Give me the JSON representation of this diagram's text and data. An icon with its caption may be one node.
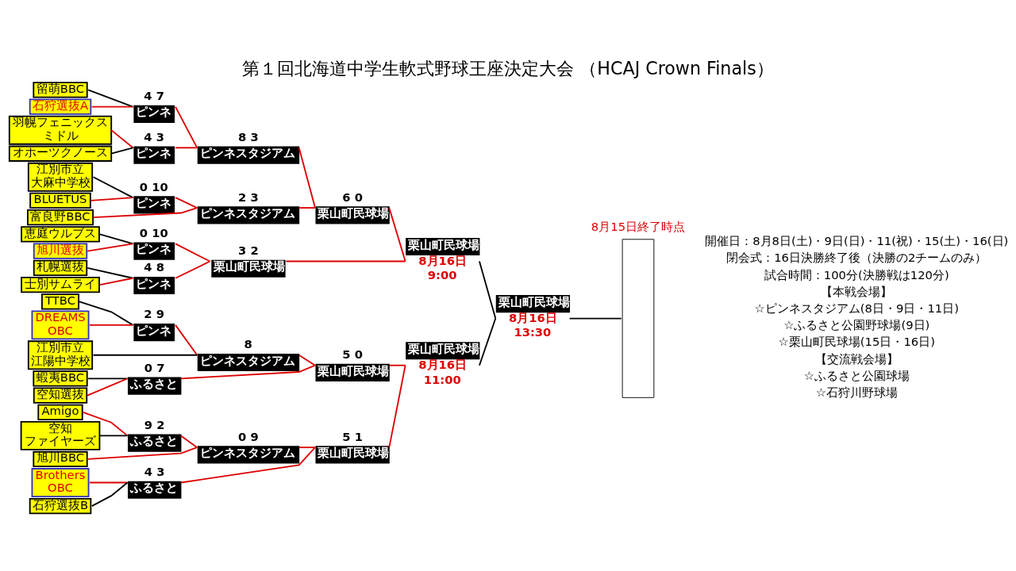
{
  "diagram": {
    "title": "第１回北海道中学生軟式野球王座決定大会 （HCAJ Crown Finals）",
    "nodes": [
      {
        "text": [],
        "shape": "box"
      },
      {
        "text": [
          "栗山町民球場"
        ],
        "beside": [
          "8月16日",
          "13:30"
        ]
      },
      {
        "text": [
          "栗山町民球場"
        ],
        "beside": [
          "8月16日",
          "9:00"
        ]
      },
      {
        "text": [
          "栗山町民球場"
        ],
        "beside": [
          "8月16日",
          "11:00"
        ]
      },
      {
        "text": [
          "栗山町民球場"
        ],
        "beside": [
          "6 0"
        ]
      },
      {
        "text": [
          "栗山町民球場"
        ],
        "beside": [
          "3 2"
        ]
      },
      {
        "text": [
          "栗山町民球場"
        ],
        "beside": [
          "5 0"
        ]
      },
      {
        "text": [
          "栗山町民球場"
        ],
        "beside": [
          "5 1"
        ]
      },
      {
        "text": [
          "ピンネスタジアム"
        ],
        "beside": [
          "8 3"
        ]
      },
      {
        "text": [
          "ピンネスタジアム"
        ],
        "beside": [
          "2 3"
        ]
      },
      {
        "text": [
          "ピンネスタジアム"
        ],
        "beside": [
          "8"
        ]
      },
      {
        "text": [
          "ピンネスタジアム"
        ],
        "beside": [
          "0 9"
        ]
      },
      {
        "text": [
          "ピンネ"
        ],
        "beside": [
          "4 7"
        ]
      },
      {
        "text": [
          "ピンネ"
        ],
        "beside": [
          "4 3"
        ]
      },
      {
        "text": [
          "ピンネ"
        ],
        "beside": [
          "0 10"
        ]
      },
      {
        "text": [
          "ピンネ"
        ],
        "beside": [
          "0 10"
        ]
      },
      {
        "text": [
          "ピンネ"
        ],
        "beside": [
          "4 8"
        ]
      },
      {
        "text": [
          "ピンネ"
        ],
        "beside": [
          "2 9"
        ]
      },
      {
        "text": [
          "ふるさと"
        ],
        "beside": [
          "0 7"
        ]
      },
      {
        "text": [
          "ふるさと"
        ],
        "beside": [
          "4 3"
        ]
      },
      {
        "text": [
          "ふるさと"
        ],
        "beside": [
          "9 2"
        ]
      },
      {
        "text": [
          "留萌BBC"
        ]
      },
      {
        "text": [
          "石狩選抜A"
        ]
      },
      {
        "text": [
          "羽幌フェニックス",
          "ミドル"
        ]
      },
      {
        "text": [
          "オホーツクノース"
        ]
      },
      {
        "text": [
          "江別市立",
          "大麻中学校"
        ]
      },
      {
        "text": [
          "BLUETUS"
        ]
      },
      {
        "text": [
          "富良野BBC"
        ]
      },
      {
        "text": [
          "恵庭ウルブス"
        ]
      },
      {
        "text": [
          "旭川選抜"
        ]
      },
      {
        "text": [
          "札幌選抜"
        ]
      },
      {
        "text": [
          "士別サムライ"
        ]
      },
      {
        "text": [
          "TTBC"
        ]
      },
      {
        "text": [
          "DREAMS",
          "OBC"
        ]
      },
      {
        "text": [
          "江別市立",
          "江陽中学校"
        ]
      },
      {
        "text": [
          "蝦夷BBC"
        ]
      },
      {
        "text": [
          "空知選抜"
        ]
      },
      {
        "text": [
          "Brothers",
          "OBC"
        ]
      },
      {
        "text": [
          "石狩選抜B"
        ]
      },
      {
        "text": [
          "Amigo"
        ]
      },
      {
        "text": [
          "空知",
          "ファイヤーズ"
        ]
      },
      {
        "text": [
          "旭川BBC"
        ]
      }
    ],
    "edges": [
      {
        "from": 0,
        "to": 1,
        "arrow": "none",
        "color": "#000000"
      },
      {
        "from": 1,
        "to": 2,
        "arrow": "none",
        "color": "#000000"
      },
      {
        "from": 1,
        "to": 3,
        "arrow": "none",
        "color": "#000000"
      },
      {
        "from": 2,
        "to": 4,
        "arrow": "none"
      },
      {
        "from": 2,
        "to": 5,
        "arrow": "none"
      },
      {
        "from": 3,
        "to": 6,
        "arrow": "none"
      },
      {
        "from": 3,
        "to": 7,
        "arrow": "none"
      },
      {
        "from": 4,
        "to": 8,
        "arrow": "none"
      },
      {
        "from": 4,
        "to": 9,
        "arrow": "none"
      },
      {
        "from": 5,
        "to": 15,
        "arrow": "none"
      },
      {
        "from": 5,
        "to": 16,
        "arrow": "none"
      },
      {
        "from": 6,
        "to": 10,
        "arrow": "none"
      },
      {
        "from": 6,
        "to": 18,
        "arrow": "none"
      },
      {
        "from": 7,
        "to": 19,
        "arrow": "none"
      },
      {
        "from": 7,
        "to": 11,
        "arrow": "none"
      },
      {
        "from": 8,
        "to": 12,
        "arrow": "none"
      },
      {
        "from": 8,
        "to": 13,
        "arrow": "none"
      },
      {
        "from": 9,
        "to": 14,
        "arrow": "none"
      },
      {
        "from": 9,
        "to": 27,
        "arrow": "none"
      },
      {
        "from": 10,
        "to": 17,
        "arrow": "none"
      },
      {
        "from": 10,
        "to": 34,
        "arrow": "none",
        "color": "#000000"
      },
      {
        "from": 11,
        "to": 20,
        "arrow": "none"
      },
      {
        "from": 11,
        "to": 41,
        "arrow": "none"
      },
      {
        "from": 12,
        "to": 21,
        "arrow": "none",
        "color": "#000000"
      },
      {
        "from": 12,
        "to": 22,
        "arrow": "none"
      },
      {
        "from": 13,
        "to": 23,
        "arrow": "none"
      },
      {
        "from": 13,
        "to": 24,
        "arrow": "none",
        "color": "#000000"
      },
      {
        "from": 14,
        "to": 25,
        "arrow": "none",
        "color": "#000000"
      },
      {
        "from": 14,
        "to": 26,
        "arrow": "none"
      },
      {
        "from": 15,
        "to": 28,
        "arrow": "none",
        "color": "#000000"
      },
      {
        "from": 15,
        "to": 29,
        "arrow": "none"
      },
      {
        "from": 16,
        "to": 30,
        "arrow": "none",
        "color": "#000000"
      },
      {
        "from": 16,
        "to": 31,
        "arrow": "none"
      },
      {
        "from": 17,
        "to": 32,
        "arrow": "none",
        "color": "#000000"
      },
      {
        "from": 17,
        "to": 33,
        "arrow": "none"
      },
      {
        "from": 18,
        "to": 35,
        "arrow": "none",
        "color": "#000000"
      },
      {
        "from": 18,
        "to": 36,
        "arrow": "none"
      },
      {
        "from": 19,
        "to": 37,
        "arrow": "none"
      },
      {
        "from": 19,
        "to": 38,
        "arrow": "none",
        "color": "#000000"
      },
      {
        "from": 20,
        "to": 39,
        "arrow": "none"
      },
      {
        "from": 20,
        "to": 40,
        "arrow": "none",
        "color": "#000000"
      }
    ],
    "labels": [
      "開催日：8月8日(土)・9日(日)・11(祝)・15(土)・16(日)",
      "閉会式：16日決勝終了後（決勝の2チームのみ）",
      "試合時間：100分(決勝戦は120分)",
      "【本戦会場】",
      "☆ピンネスタジアム(8日・9日・11日)",
      "☆ふるさと公園野球場(9日)",
      "☆栗山町民球場(15日・16日)",
      "【交流戦会場】",
      "☆ふるさと公園球場",
      "☆石狩川野球場",
      "8月15日終了時点"
    ]
  }
}
